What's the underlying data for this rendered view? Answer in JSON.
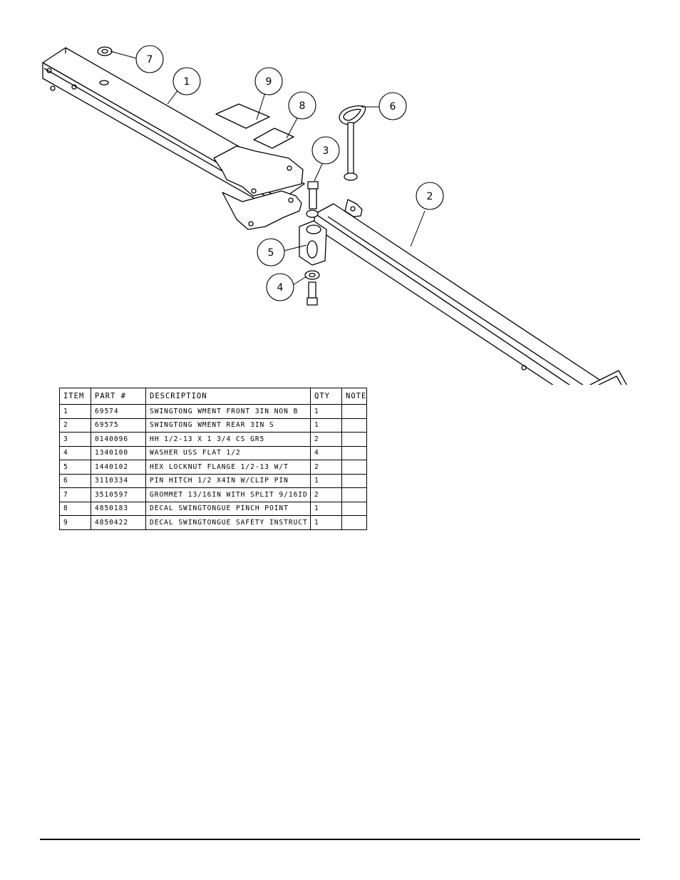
{
  "balloons": [
    "7",
    "1",
    "9",
    "8",
    "6",
    "3",
    "2",
    "5",
    "4"
  ],
  "table": {
    "headers": [
      "ITEM",
      "PART #",
      "DESCRIPTION",
      "QTY",
      "NOTE"
    ],
    "rows": [
      [
        "1",
        "69574",
        "SWINGTONG WMENT FRONT 3IN NON B",
        "1",
        ""
      ],
      [
        "2",
        "69575",
        "SWINGTONG WMENT REAR 3IN S",
        "1",
        ""
      ],
      [
        "3",
        "0140096",
        "HH 1/2-13 X 1 3/4 CS GR5",
        "2",
        ""
      ],
      [
        "4",
        "1340100",
        "WASHER USS FLAT 1/2",
        "4",
        ""
      ],
      [
        "5",
        "1440102",
        "HEX LOCKNUT FLANGE 1/2-13 W/T",
        "2",
        ""
      ],
      [
        "6",
        "3110334",
        "PIN HITCH 1/2 X4IN W/CLIP PIN",
        "1",
        ""
      ],
      [
        "7",
        "3510597",
        "GROMMET 13/16IN  WITH SPLIT 9/16ID",
        "2",
        ""
      ],
      [
        "8",
        "4850183",
        "DECAL SWINGTONGUE PINCH POINT",
        "1",
        ""
      ],
      [
        "9",
        "4850422",
        "DECAL SWINGTONGUE SAFETY INSTRUCT",
        "1",
        ""
      ]
    ]
  }
}
